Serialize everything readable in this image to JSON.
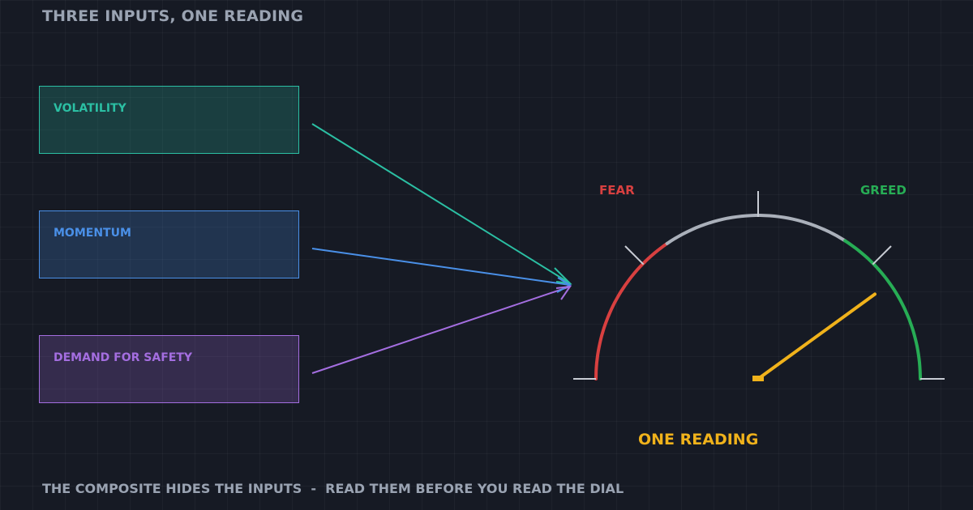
{
  "title": "THREE INPUTS, ONE READING",
  "inputs": [
    {
      "label": "VOLATILITY",
      "color": "#2bbfa3"
    },
    {
      "label": "MOMENTUM",
      "color": "#4a90e8"
    },
    {
      "label": "DEMAND FOR SAFETY",
      "color": "#a46ee0"
    }
  ],
  "gauge": {
    "fear_label": "FEAR",
    "greed_label": "GREED",
    "reading_label": "ONE READING",
    "needle_value_fraction": 0.8,
    "colors": {
      "fear": "#d84040",
      "neutral": "#aab0ba",
      "greed": "#27ad55",
      "needle": "#f0b21b",
      "tick": "#c8ccd4"
    }
  },
  "footer": "THE COMPOSITE HIDES THE INPUTS  -  READ THEM BEFORE YOU READ THE DIAL"
}
